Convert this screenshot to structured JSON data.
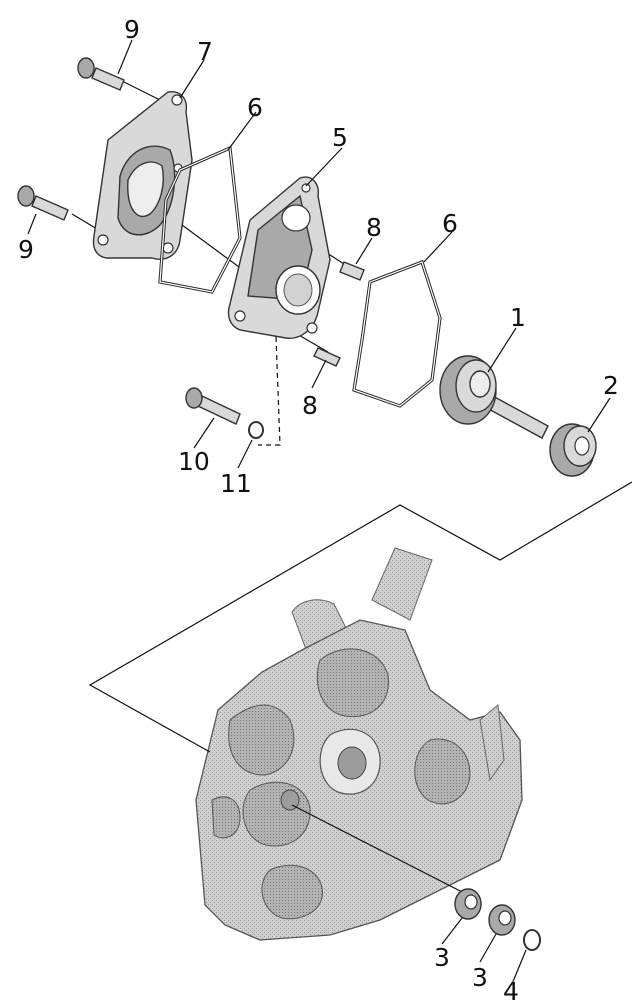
{
  "callouts": {
    "c1": "1",
    "c2": "2",
    "c3a": "3",
    "c3b": "3",
    "c4": "4",
    "c5": "5",
    "c6a": "6",
    "c6b": "6",
    "c7": "7",
    "c8a": "8",
    "c8b": "8",
    "c9a": "9",
    "c9b": "9",
    "c10": "10",
    "c11": "11"
  },
  "colors": {
    "part_fill": "#d9d9d9",
    "part_shadow": "#a9a9a9",
    "line": "#111111"
  }
}
